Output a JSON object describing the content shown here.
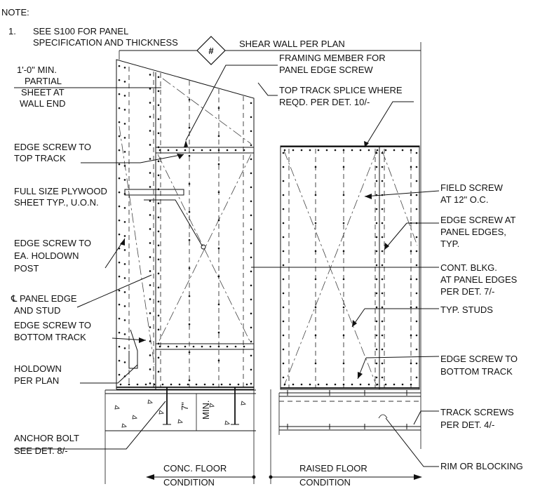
{
  "note": {
    "heading": "NOTE:",
    "item_number": "1.",
    "item_line1": "SEE S100 FOR PANEL",
    "item_line2": "SPECIFICATION AND THICKNESS"
  },
  "tag": {
    "symbol": "#",
    "label": "SHEAR WALL PER PLAN"
  },
  "min_dimension": {
    "value": "7\"",
    "suffix": "MIN."
  },
  "left_callouts": [
    {
      "lines": [
        "1'-0\" MIN.",
        "PARTIAL",
        "SHEET AT",
        "WALL END"
      ]
    },
    {
      "lines": [
        "EDGE SCREW TO",
        "TOP TRACK"
      ]
    },
    {
      "lines": [
        "FULL SIZE PLYWOOD",
        "SHEET TYP., U.O.N."
      ]
    },
    {
      "lines": [
        "EDGE SCREW TO",
        "EA. HOLDOWN",
        "POST"
      ]
    },
    {
      "lines": [
        "℄ PANEL EDGE",
        "AND STUD"
      ]
    },
    {
      "lines": [
        "EDGE SCREW TO",
        "BOTTOM TRACK"
      ]
    },
    {
      "lines": [
        "HOLDOWN",
        "PER PLAN"
      ]
    },
    {
      "lines": [
        "ANCHOR BOLT",
        "SEE DET. 8/-"
      ]
    }
  ],
  "right_callouts": [
    {
      "lines": [
        "FRAMING MEMBER FOR",
        "PANEL EDGE SCREW"
      ]
    },
    {
      "lines": [
        "TOP TRACK SPLICE WHERE",
        "REQD. PER DET. 10/-"
      ]
    },
    {
      "lines": [
        "FIELD SCREW",
        "AT 12\" O.C."
      ]
    },
    {
      "lines": [
        "EDGE SCREW AT",
        "PANEL EDGES,",
        "TYP."
      ]
    },
    {
      "lines": [
        "CONT. BLKG.",
        "AT PANEL EDGES",
        "PER DET. 7/-"
      ]
    },
    {
      "lines": [
        "TYP. STUDS"
      ]
    },
    {
      "lines": [
        "EDGE SCREW TO",
        "BOTTOM TRACK"
      ]
    },
    {
      "lines": [
        "TRACK SCREWS",
        "PER DET. 4/-"
      ]
    },
    {
      "lines": [
        "RIM OR BLOCKING"
      ]
    }
  ],
  "conditions": [
    {
      "lines": [
        "CONC. FLOOR",
        "CONDITION"
      ]
    },
    {
      "lines": [
        "RAISED FLOOR",
        "CONDITION"
      ]
    }
  ]
}
